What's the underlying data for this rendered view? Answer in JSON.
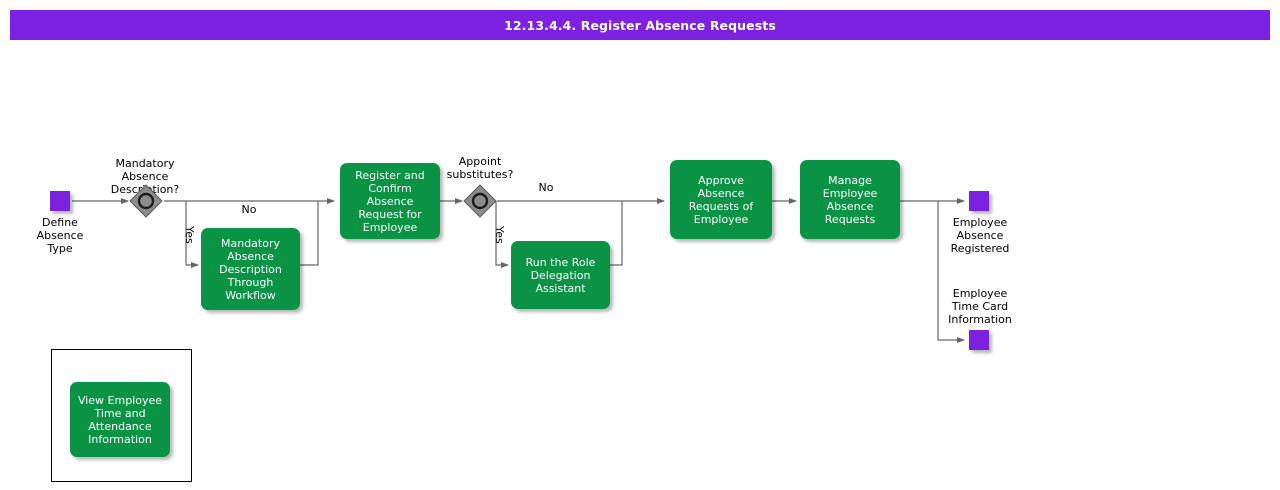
{
  "header": {
    "title": "12.13.4.4. Register Absence Requests",
    "bar_color": "#7c21e0"
  },
  "theme": {
    "task_color": "#0a9245",
    "event_color": "#7c21e0",
    "gateway_color": "#8c8c8c",
    "connector_color": "#666666",
    "text_on_task": "#ffffff",
    "text_on_canvas": "#000000",
    "background": "#ffffff"
  },
  "diagram": {
    "type": "bpmn-process-flow",
    "start_events": [
      {
        "id": "start-define-absence-type",
        "label": "Define\nAbsence\nType",
        "shape": "square",
        "color": "#7c21e0"
      }
    ],
    "end_events": [
      {
        "id": "end-employee-absence-registered",
        "label": "Employee\nAbsence\nRegistered",
        "shape": "square",
        "color": "#7c21e0"
      },
      {
        "id": "end-employee-time-card-information",
        "label": "Employee\nTime Card\nInformation",
        "shape": "square",
        "color": "#7c21e0"
      }
    ],
    "gateways": [
      {
        "id": "gw-mandatory-absence-description",
        "label": "Mandatory\nAbsence\nDescription?",
        "kind": "inclusive",
        "outcomes": [
          "Yes",
          "No"
        ]
      },
      {
        "id": "gw-appoint-substitutes",
        "label": "Appoint\nsubstitutes?",
        "kind": "inclusive",
        "outcomes": [
          "Yes",
          "No"
        ]
      }
    ],
    "tasks": [
      {
        "id": "task-mandatory-absence-description-through-workflow",
        "label": "Mandatory\nAbsence\nDescription\nThrough\nWorkflow"
      },
      {
        "id": "task-register-and-confirm-absence-request-for-employee",
        "label": "Register and\nConfirm Absence\nRequest for\nEmployee"
      },
      {
        "id": "task-run-the-role-delegation-assistant",
        "label": "Run the Role\nDelegation\nAssistant"
      },
      {
        "id": "task-approve-absence-requests-of-employee",
        "label": "Approve Absence\nRequests of\nEmployee"
      },
      {
        "id": "task-manage-employee-absence-requests",
        "label": "Manage\nEmployee\nAbsence\nRequests"
      },
      {
        "id": "task-view-employee-time-and-attendance-information",
        "label": "View Employee\nTime and\nAttendance\nInformation"
      }
    ],
    "edge_labels": {
      "gw1_no": "No",
      "gw1_yes": "Yes",
      "gw2_no": "No",
      "gw2_yes": "Yes"
    }
  }
}
